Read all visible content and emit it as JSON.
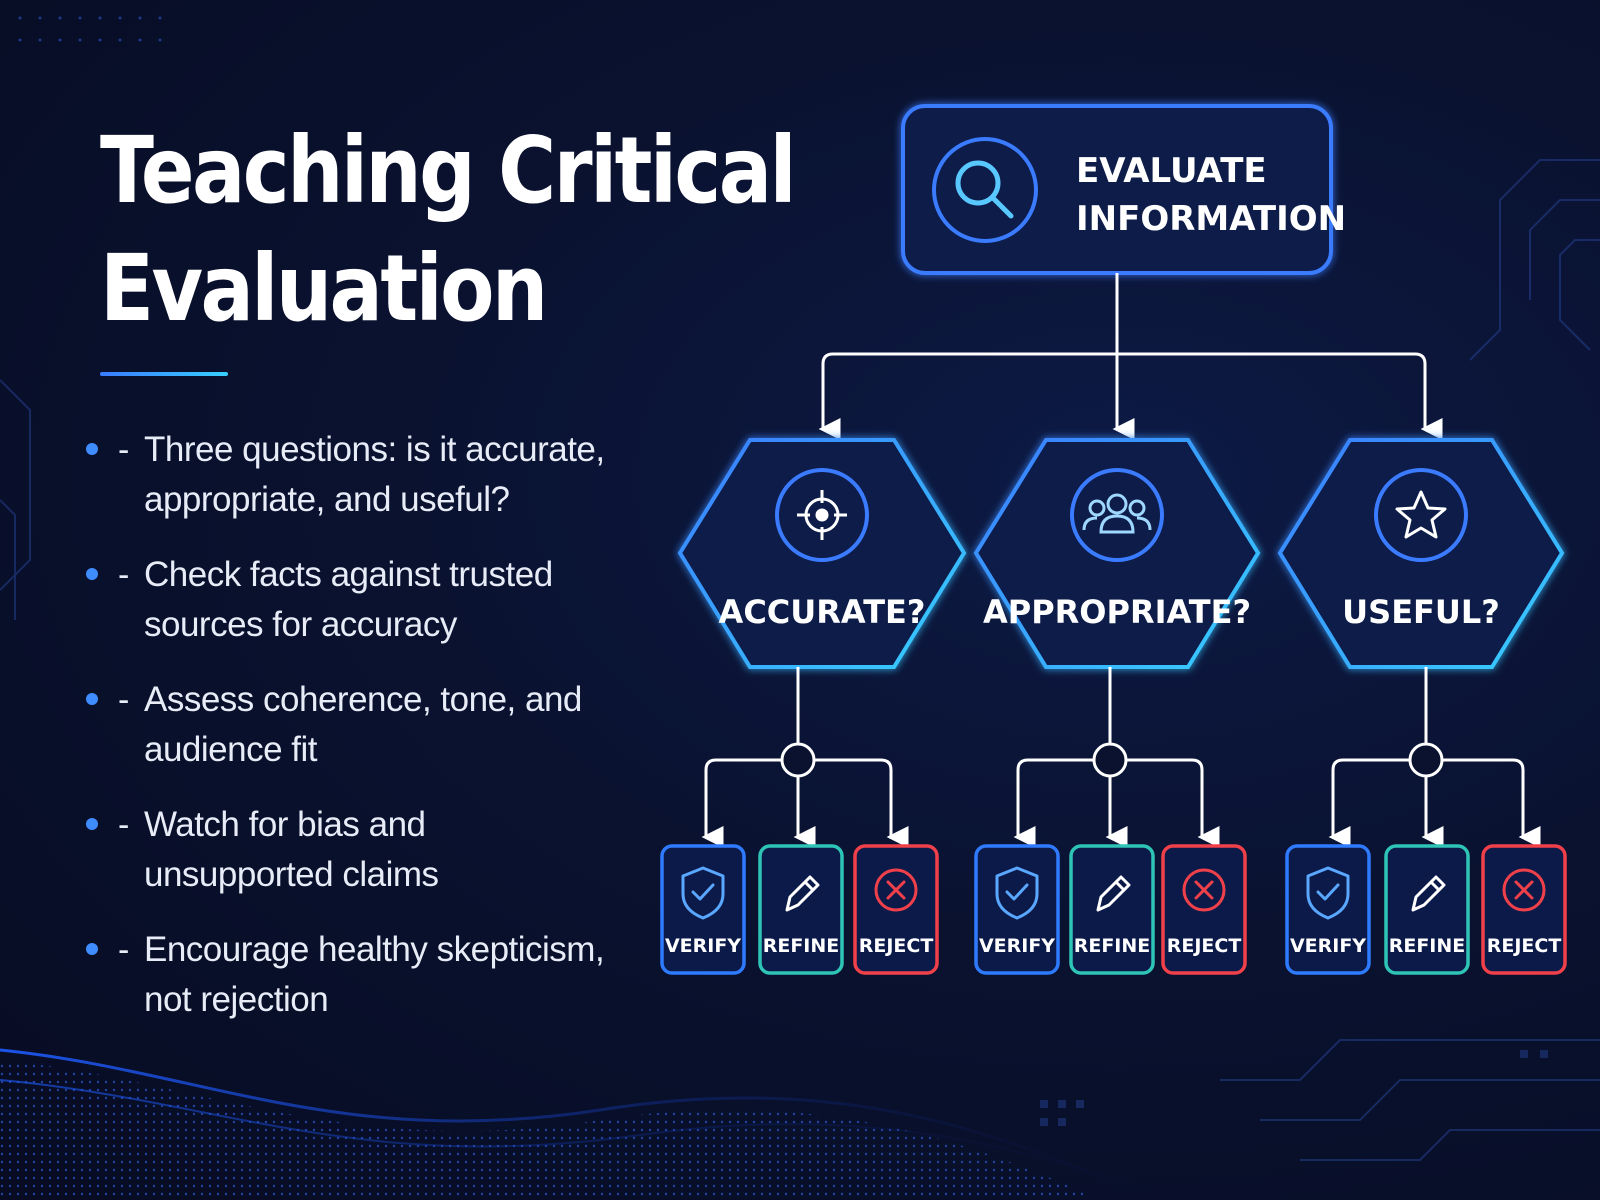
{
  "slide": {
    "title_line1": "Teaching Critical",
    "title_line2": "Evaluation",
    "bullets": [
      {
        "dash": "-",
        "text": "Three questions: is it accurate, appropriate, and useful?"
      },
      {
        "dash": "-",
        "text": "Check facts against trusted sources for accuracy"
      },
      {
        "dash": "-",
        "text": "Assess coherence, tone, and audience fit"
      },
      {
        "dash": "-",
        "text": "Watch for bias and unsupported claims"
      },
      {
        "dash": "-",
        "text": "Encourage healthy skepticism, not rejection"
      }
    ]
  },
  "diagram": {
    "root": {
      "line1": "EVALUATE",
      "line2": "INFORMATION",
      "icon": "magnifier-icon"
    },
    "branches": [
      {
        "label": "ACCURATE?",
        "icon": "target-icon"
      },
      {
        "label": "APPROPRIATE?",
        "icon": "users-icon"
      },
      {
        "label": "USEFUL?",
        "icon": "star-icon"
      }
    ],
    "outcomes": [
      {
        "label": "VERIFY",
        "icon": "shield-check-icon",
        "color": "#2f7bff"
      },
      {
        "label": "REFINE",
        "icon": "pencil-icon",
        "color": "#2ec4b6"
      },
      {
        "label": "REJECT",
        "icon": "x-circle-icon",
        "color": "#f0404a"
      }
    ]
  },
  "colors": {
    "accent": "#3a7bff",
    "cyan": "#37d0ff",
    "connector": "#ffffff"
  }
}
